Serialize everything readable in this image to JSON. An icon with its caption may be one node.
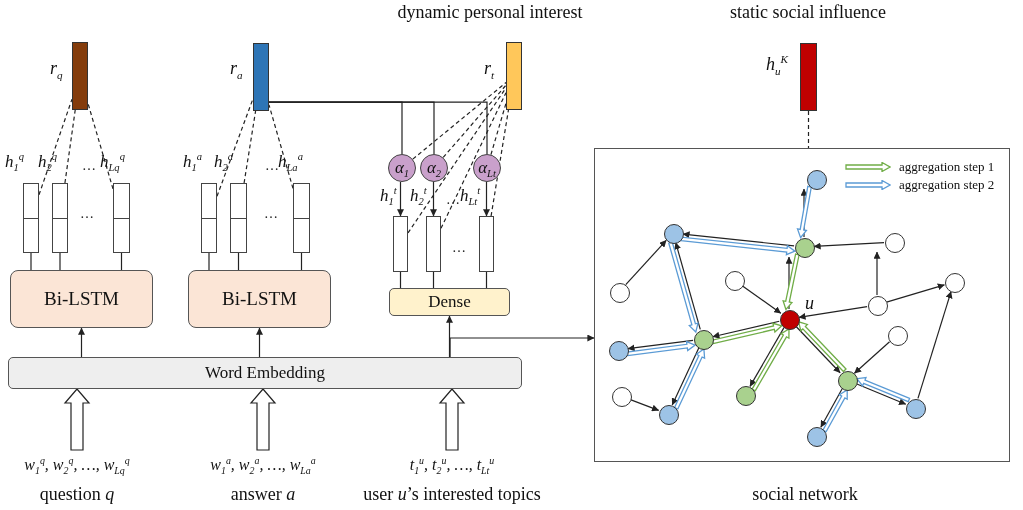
{
  "diagram": {
    "nodes": [
      {
        "text": [],
        "shape": "bar",
        "beside": [
          "r$_{q}$"
        ]
      },
      {
        "text": [],
        "shape": "bar",
        "beside": [
          "r$_{a}$"
        ]
      },
      {
        "text": [],
        "shape": "bar",
        "beside": [
          "dynamic personal interest",
          "r$_{t}$"
        ]
      },
      {
        "text": [],
        "shape": "bar",
        "beside": [
          "static social influence",
          "h$_{u}$$^{K}$"
        ]
      },
      {
        "text": [],
        "shape": "box",
        "beside": [
          "h$_{1}$$^{q}$"
        ]
      },
      {
        "text": [],
        "shape": "box",
        "beside": [
          "h$_{2}$$^{q}$"
        ]
      },
      {
        "text": [],
        "shape": "box",
        "beside": [
          "h$_{Lq}$$^{q}$"
        ]
      },
      {
        "text": [],
        "shape": "box",
        "beside": [
          "h$_{1}$$^{a}$"
        ]
      },
      {
        "text": [],
        "shape": "box",
        "beside": [
          "h$_{2}$$^{a}$"
        ]
      },
      {
        "text": [],
        "shape": "box",
        "beside": [
          "h$_{La}$$^{a}$"
        ]
      },
      {
        "text": [
          "α$_{1}$"
        ]
      },
      {
        "text": [
          "α$_{2}$"
        ]
      },
      {
        "text": [
          "α$_{Lt}$"
        ]
      },
      {
        "text": [],
        "shape": "box",
        "beside": [
          "h$_{1}$$^{t}$"
        ]
      },
      {
        "text": [],
        "shape": "box",
        "beside": [
          "h$_{2}$$^{t}$"
        ]
      },
      {
        "text": [],
        "shape": "box",
        "beside": [
          "h$_{Lt}$$^{t}$"
        ]
      },
      {
        "text": [
          "Bi-LSTM"
        ]
      },
      {
        "text": [
          "Bi-LSTM"
        ]
      },
      {
        "text": [
          "Dense"
        ]
      },
      {
        "text": [
          "Word Embedding"
        ]
      },
      {
        "text": [
          "w$_{1}$$^{q}$, w$_{2}$$^{q}$, …, w$_{Lq}$$^{q}$"
        ],
        "beside": [
          "question *q*"
        ]
      },
      {
        "text": [
          "w$_{1}$$^{a}$, w$_{2}$$^{a}$, …, w$_{La}$$^{a}$"
        ],
        "beside": [
          "answer *a*"
        ]
      },
      {
        "text": [
          "t$_{1}$$^{u}$, t$_{2}$$^{u}$, …, t$_{Lt}$$^{u}$"
        ],
        "beside": [
          "user *u*’s interested topics"
        ]
      },
      {
        "text": [],
        "shape": "box",
        "beside": [
          "social network"
        ]
      },
      {
        "text": [],
        "shape": "circle",
        "in": 23
      },
      {
        "text": [],
        "shape": "circle",
        "in": 23
      },
      {
        "text": [],
        "shape": "circle",
        "in": 23
      },
      {
        "text": [],
        "shape": "circle",
        "in": 23
      },
      {
        "text": [],
        "shape": "circle",
        "in": 23
      },
      {
        "text": [],
        "shape": "circle",
        "in": 23
      },
      {
        "text": [],
        "shape": "circle",
        "in": 23
      },
      {
        "text": [],
        "shape": "circle",
        "in": 23
      },
      {
        "text": [],
        "shape": "circle",
        "in": 23,
        "beside": [
          "u"
        ]
      },
      {
        "text": [],
        "shape": "circle",
        "in": 23
      },
      {
        "text": [],
        "shape": "circle",
        "in": 23
      },
      {
        "text": [],
        "shape": "circle",
        "in": 23
      },
      {
        "text": [],
        "shape": "circle",
        "in": 23
      },
      {
        "text": [],
        "shape": "circle",
        "in": 23
      },
      {
        "text": [],
        "shape": "circle",
        "in": 23
      },
      {
        "text": [],
        "shape": "circle",
        "in": 23
      },
      {
        "text": [],
        "shape": "circle",
        "in": 23
      },
      {
        "text": [],
        "shape": "circle",
        "in": 23
      }
    ],
    "edges": [
      {
        "from": 4,
        "to": 0,
        "arrow": "none",
        "style": "dashed"
      },
      {
        "from": 5,
        "to": 0,
        "arrow": "none",
        "style": "dashed"
      },
      {
        "from": 6,
        "to": 0,
        "arrow": "none",
        "style": "dashed"
      },
      {
        "from": 7,
        "to": 1,
        "arrow": "none",
        "style": "dashed"
      },
      {
        "from": 8,
        "to": 1,
        "arrow": "none",
        "style": "dashed"
      },
      {
        "from": 9,
        "to": 1,
        "arrow": "none",
        "style": "dashed"
      },
      {
        "from": 1,
        "to": 10,
        "arrow": "none"
      },
      {
        "from": 1,
        "to": 11,
        "arrow": "none"
      },
      {
        "from": 1,
        "to": 12,
        "arrow": "none"
      },
      {
        "from": 10,
        "to": 2,
        "arrow": "none",
        "style": "dashed"
      },
      {
        "from": 11,
        "to": 2,
        "arrow": "none",
        "style": "dashed"
      },
      {
        "from": 12,
        "to": 2,
        "arrow": "none",
        "style": "dashed"
      },
      {
        "from": 13,
        "to": 2,
        "arrow": "none",
        "style": "dashed"
      },
      {
        "from": 14,
        "to": 2,
        "arrow": "none",
        "style": "dashed"
      },
      {
        "from": 15,
        "to": 2,
        "arrow": "none",
        "style": "dashed"
      },
      {
        "from": 10,
        "to": 13,
        "arrow": "to"
      },
      {
        "from": 11,
        "to": 14,
        "arrow": "to"
      },
      {
        "from": 12,
        "to": 15,
        "arrow": "to"
      },
      {
        "from": 4,
        "to": 16,
        "arrow": "none"
      },
      {
        "from": 5,
        "to": 16,
        "arrow": "none"
      },
      {
        "from": 6,
        "to": 16,
        "arrow": "none"
      },
      {
        "from": 7,
        "to": 17,
        "arrow": "none"
      },
      {
        "from": 8,
        "to": 17,
        "arrow": "none"
      },
      {
        "from": 9,
        "to": 17,
        "arrow": "none"
      },
      {
        "from": 18,
        "to": 13,
        "arrow": "none"
      },
      {
        "from": 18,
        "to": 14,
        "arrow": "none"
      },
      {
        "from": 18,
        "to": 15,
        "arrow": "none"
      },
      {
        "from": 19,
        "to": 16,
        "arrow": "to"
      },
      {
        "from": 19,
        "to": 17,
        "arrow": "to"
      },
      {
        "from": 19,
        "to": 18,
        "arrow": "to"
      },
      {
        "from": 19,
        "to": 23,
        "arrow": "to"
      },
      {
        "from": 20,
        "to": 19,
        "arrow": "to",
        "style": "thick"
      },
      {
        "from": 21,
        "to": 19,
        "arrow": "to",
        "style": "thick"
      },
      {
        "from": 22,
        "to": 19,
        "arrow": "to",
        "style": "thick"
      },
      {
        "from": 3,
        "to": 23,
        "arrow": "none",
        "style": "dashed"
      },
      {
        "from": 26,
        "to": 24,
        "arrow": "to"
      },
      {
        "from": 26,
        "to": 25,
        "arrow": "to"
      },
      {
        "from": 27,
        "to": 26,
        "arrow": "to"
      },
      {
        "from": 28,
        "to": 25,
        "arrow": "to"
      },
      {
        "from": 33,
        "to": 25,
        "arrow": "to"
      },
      {
        "from": 32,
        "to": 26,
        "arrow": "to"
      },
      {
        "from": 29,
        "to": 32,
        "arrow": "to"
      },
      {
        "from": 30,
        "to": 32,
        "arrow": "to"
      },
      {
        "from": 30,
        "to": 27,
        "arrow": "to"
      },
      {
        "from": 30,
        "to": 31,
        "arrow": "to"
      },
      {
        "from": 32,
        "to": 33,
        "arrow": "to"
      },
      {
        "from": 33,
        "to": 34,
        "arrow": "to"
      },
      {
        "from": 33,
        "to": 39,
        "arrow": "to"
      },
      {
        "from": 36,
        "to": 39,
        "arrow": "to"
      },
      {
        "from": 32,
        "to": 37,
        "arrow": "to"
      },
      {
        "from": 32,
        "to": 38,
        "arrow": "to"
      },
      {
        "from": 35,
        "to": 38,
        "arrow": "to"
      },
      {
        "from": 38,
        "to": 40,
        "arrow": "to"
      },
      {
        "from": 40,
        "to": 31,
        "arrow": "to"
      },
      {
        "from": 38,
        "to": 41,
        "arrow": "to"
      },
      {
        "from": 26,
        "to": 32,
        "arrow": "to",
        "style": "thick",
        "color": "#70ad47"
      },
      {
        "from": 33,
        "to": 32,
        "arrow": "to",
        "style": "thick",
        "color": "#70ad47"
      },
      {
        "from": 37,
        "to": 32,
        "arrow": "to",
        "style": "thick",
        "color": "#70ad47"
      },
      {
        "from": 38,
        "to": 32,
        "arrow": "to",
        "style": "thick",
        "color": "#70ad47"
      },
      {
        "from": 24,
        "to": 26,
        "arrow": "to",
        "style": "thick",
        "color": "#5b9bd5"
      },
      {
        "from": 25,
        "to": 26,
        "arrow": "to",
        "style": "thick",
        "color": "#5b9bd5"
      },
      {
        "from": 25,
        "to": 33,
        "arrow": "to",
        "style": "thick",
        "color": "#5b9bd5"
      },
      {
        "from": 34,
        "to": 33,
        "arrow": "to",
        "style": "thick",
        "color": "#5b9bd5"
      },
      {
        "from": 39,
        "to": 33,
        "arrow": "to",
        "style": "thick",
        "color": "#5b9bd5"
      },
      {
        "from": 40,
        "to": 38,
        "arrow": "to",
        "style": "thick",
        "color": "#5b9bd5"
      },
      {
        "from": 41,
        "to": 38,
        "arrow": "to",
        "style": "thick",
        "color": "#5b9bd5"
      }
    ],
    "labels": [
      "…",
      "…",
      "…",
      "…",
      "…",
      "…"
    ],
    "legend": [
      {
        "text": "aggregation step 1"
      },
      {
        "text": "aggregation step 2"
      }
    ]
  }
}
